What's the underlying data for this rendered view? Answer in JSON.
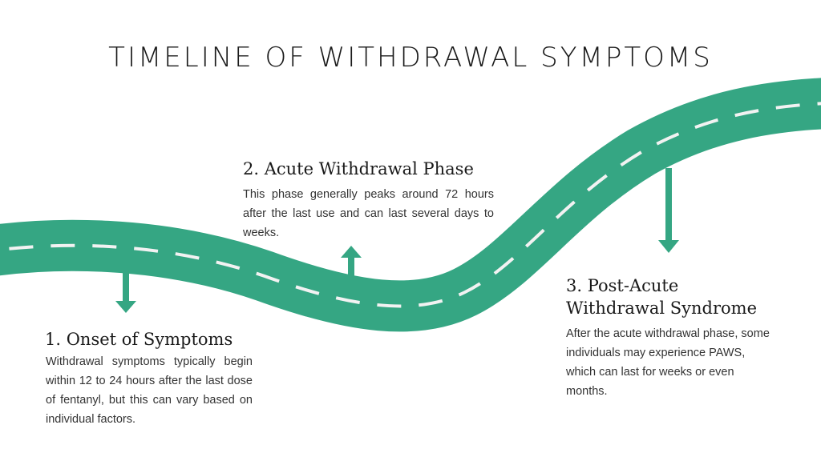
{
  "title": "TIMELINE OF WITHDRAWAL SYMPTOMS",
  "colors": {
    "road": "#35a683",
    "lane_marking": "#f2f2f2",
    "arrow": "#35a683",
    "text": "#1a1a1a"
  },
  "phases": [
    {
      "heading": "1. Onset of Symptoms",
      "body": "Withdrawal symptoms typically begin within 12 to 24 hours after the last dose of fentanyl, but this can vary based on individual factors."
    },
    {
      "heading": "2. Acute Withdrawal Phase",
      "body": "This phase generally peaks around 72 hours after the last use and can last several days to weeks."
    },
    {
      "heading_line1": "3. Post-Acute",
      "heading_line2": "Withdrawal Syndrome",
      "body": "After the acute withdrawal phase, some individuals may experience PAWS, which can last for weeks or even months."
    }
  ]
}
